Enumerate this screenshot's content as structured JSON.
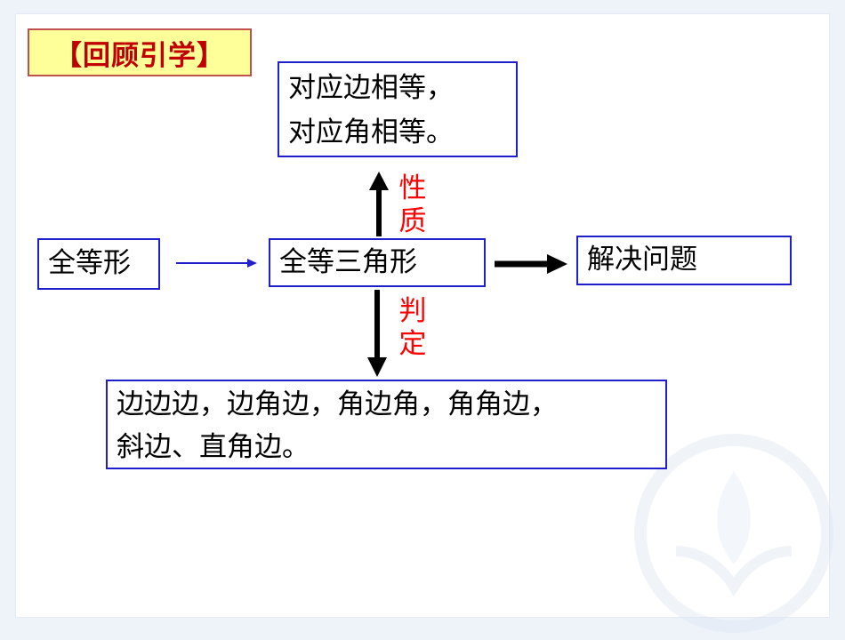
{
  "title": "【回顾引学】",
  "boxes": {
    "properties": {
      "line1": "对应边相等，",
      "line2": "对应角相等。"
    },
    "congruent_figure": "全等形",
    "congruent_triangle": "全等三角形",
    "solve_problem": "解决问题",
    "criteria": {
      "line1": "边边边，边角边，角边角，角角边，",
      "line2": "斜边、直角边。"
    }
  },
  "arrow_labels": {
    "properties": [
      "性",
      "质"
    ],
    "judgement": [
      "判",
      "定"
    ]
  },
  "colors": {
    "box_border": "#1f1fcc",
    "label_red": "#ff0000",
    "title_bg": "#ffff99",
    "title_text": "#c00000",
    "arrow_black": "#000000",
    "arrow_blue": "#1f1fcc"
  }
}
